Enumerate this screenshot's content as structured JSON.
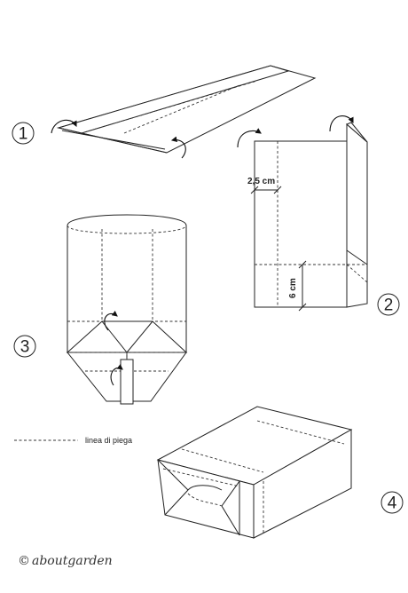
{
  "steps": {
    "s1": "1",
    "s2": "2",
    "s3": "3",
    "s4": "4"
  },
  "dimensions": {
    "width_label": "2,5 cm",
    "height_label": "6 cm"
  },
  "legend": {
    "fold_line_label": "linea di piega"
  },
  "credit": {
    "copyright_symbol": "©",
    "author": "aboutgarden"
  }
}
